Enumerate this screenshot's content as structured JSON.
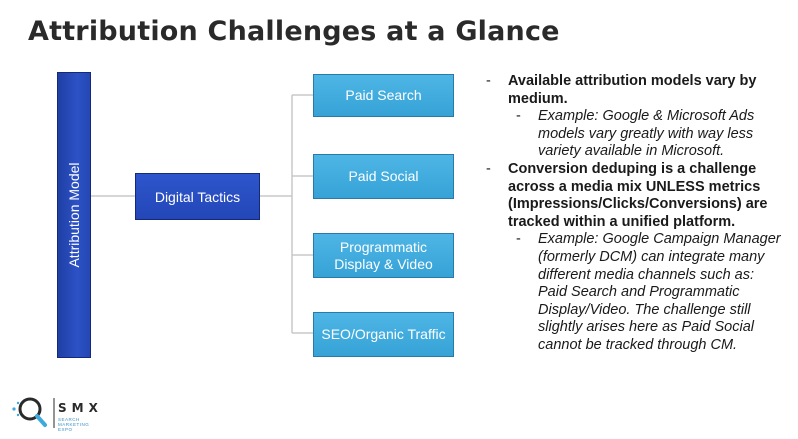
{
  "title": "Attribution Challenges at a Glance",
  "diagram": {
    "root": "Attribution Model",
    "hub": "Digital Tactics",
    "channels": [
      "Paid Search",
      "Paid Social",
      "Programmatic Display & Video",
      "SEO/Organic Traffic"
    ]
  },
  "bullets": [
    {
      "text": "Available attribution models vary by medium.",
      "sub": "Example: Google & Microsoft Ads models vary greatly with way less variety available in Microsoft."
    },
    {
      "text": "Conversion deduping is a challenge across a media mix UNLESS metrics (Impressions/Clicks/Conversions) are tracked within a unified platform.",
      "sub": "Example: Google Campaign Manager (formerly DCM) can integrate many different media channels such as: Paid Search and Programmatic Display/Video. The challenge still slightly arises here as Paid Social cannot be tracked through CM."
    }
  ],
  "dash": "-",
  "logo": {
    "name": "SMX",
    "tagline": "SEARCH MARKETING EXPO",
    "icon": "magnifier-icon"
  },
  "colors": {
    "dark_blue": "#2447b3",
    "light_blue": "#3ea9dc",
    "connector": "#c8c8c8"
  }
}
